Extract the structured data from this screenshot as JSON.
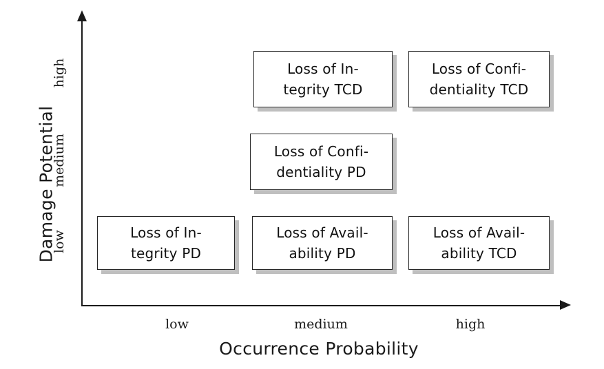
{
  "chart_data": {
    "type": "table",
    "title": "",
    "xlabel": "Occurrence Probability",
    "ylabel": "Damage Potential",
    "x_categories": [
      "low",
      "medium",
      "high"
    ],
    "y_categories": [
      "low",
      "medium",
      "high"
    ],
    "grid": false,
    "legend": null,
    "cells": [
      {
        "x": "medium",
        "y": "high",
        "label": "Loss of Integrity TCD",
        "line1": "Loss of In-",
        "line2": "tegrity TCD"
      },
      {
        "x": "high",
        "y": "high",
        "label": "Loss of Confidentiality TCD",
        "line1": "Loss of Confi-",
        "line2": "dentiality TCD"
      },
      {
        "x": "medium",
        "y": "medium",
        "label": "Loss of Confidentiality PD",
        "line1": "Loss of Confi-",
        "line2": "dentiality PD"
      },
      {
        "x": "low",
        "y": "low",
        "label": "Loss of Integrity PD",
        "line1": "Loss of In-",
        "line2": "tegrity PD"
      },
      {
        "x": "medium",
        "y": "low",
        "label": "Loss of Availability PD",
        "line1": "Loss of Avail-",
        "line2": "ability PD"
      },
      {
        "x": "high",
        "y": "low",
        "label": "Loss of Availability TCD",
        "line1": "Loss of Avail-",
        "line2": "ability TCD"
      }
    ]
  },
  "axes": {
    "y": {
      "title": "Damage Potential",
      "ticks": {
        "high": "high",
        "medium": "medium",
        "low": "low"
      }
    },
    "x": {
      "title": "Occurrence Probability",
      "ticks": {
        "low": "low",
        "medium": "medium",
        "high": "high"
      }
    }
  },
  "colors": {
    "axis": "#1a1a1a",
    "box_border": "#262626",
    "box_fill": "#ffffff",
    "box_shadow": "#bfbfbf",
    "text": "#111111",
    "background": "#ffffff"
  }
}
